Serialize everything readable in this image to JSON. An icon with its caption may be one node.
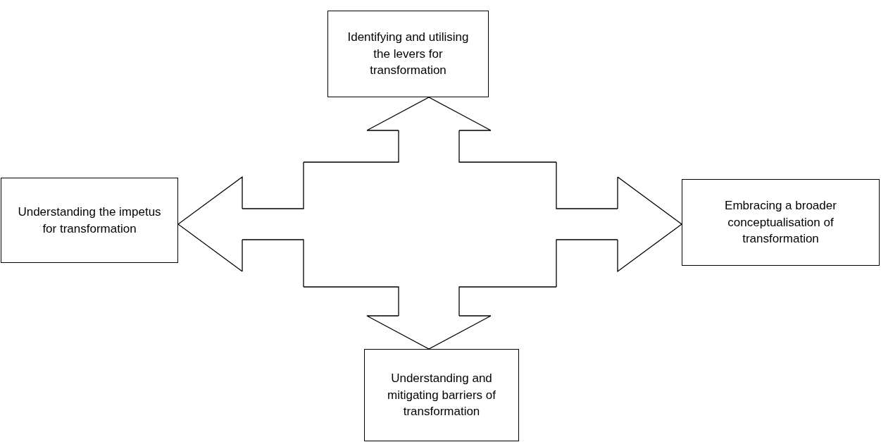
{
  "diagram": {
    "nodes": [
      {
        "text": [
          "Identifying and utilising the levers for transformation"
        ]
      },
      {
        "text": [
          "Understanding the impetus for transformation"
        ]
      },
      {
        "text": [
          "Embracing a broader conceptualisation of transformation"
        ]
      },
      {
        "text": [
          "Understanding and mitigating barriers of transformation"
        ]
      }
    ],
    "edges": [
      {
        "from": null,
        "to": 0,
        "arrow": "to"
      },
      {
        "from": null,
        "to": 2,
        "arrow": "to"
      },
      {
        "from": null,
        "to": 3,
        "arrow": "to"
      },
      {
        "from": null,
        "to": 1,
        "arrow": "to"
      }
    ]
  }
}
